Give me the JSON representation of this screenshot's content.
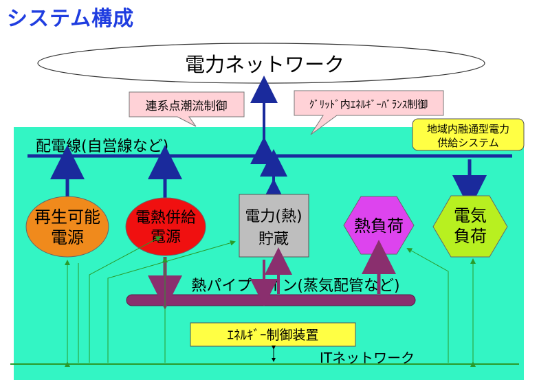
{
  "title": "システム構成",
  "diagram": {
    "power_network": "電力ネットワーク",
    "callout_flow_control": "連系点潮流制御",
    "callout_balance_control": "ｸﾞﾘｯﾄﾞ内ｴﾈﾙｷﾞｰﾊﾞﾗﾝｽ制御",
    "callout_regional": [
      "地域内融通型電力",
      "供給システム"
    ],
    "distribution_line": "配電線(自営線など)",
    "renewable": [
      "再生可能",
      "電源"
    ],
    "chp": [
      "電熱併給",
      "電源"
    ],
    "storage": [
      "電力(熱)",
      "貯蔵"
    ],
    "heat_load": "熱負荷",
    "elec_load": [
      "電気",
      "負荷"
    ],
    "heat_pipeline": "熱パイプライン(蒸気配管など)",
    "controller": "ｴﾈﾙｷﾞｰ制御装置",
    "it_network": "ITネットワーク",
    "colors": {
      "grid_area": "#33f5c4",
      "main_line": "#1a2a9c",
      "renewable": "#f08a1c",
      "chp": "#f01010",
      "storage": "#bebebe",
      "heat_load": "#dd44ee",
      "elec_load": "#b8f020",
      "pipe": "#8a2f6e",
      "controller": "#ffff44",
      "callout": "#ffd2d7",
      "it_line": "#2a9a2a"
    }
  }
}
